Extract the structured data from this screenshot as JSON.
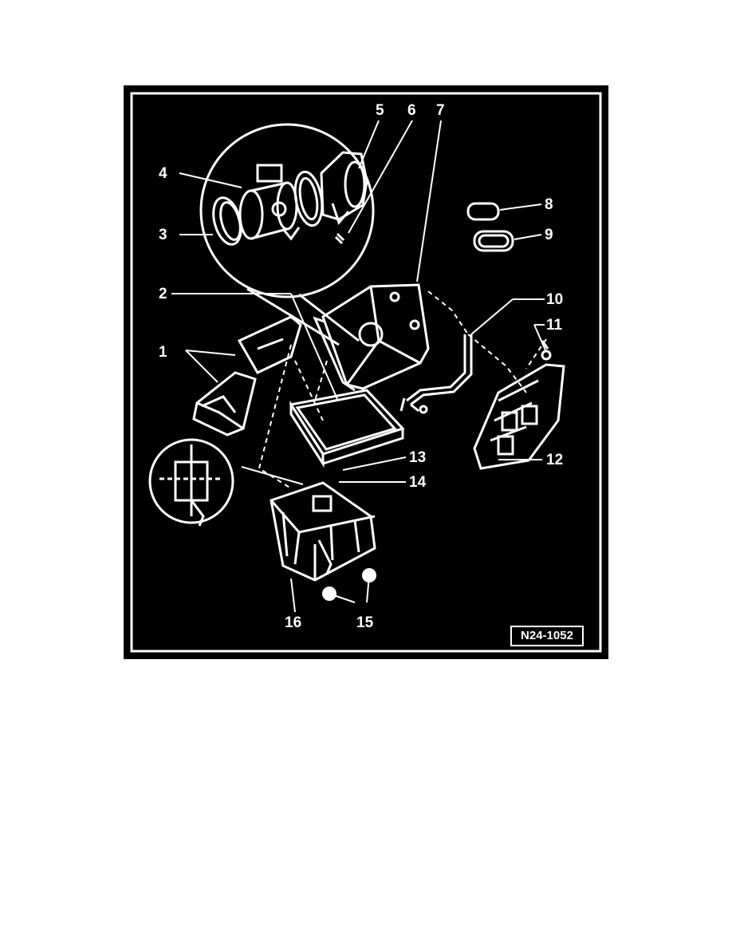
{
  "diagram": {
    "callouts": [
      "1",
      "2",
      "3",
      "4",
      "5",
      "6",
      "7",
      "8",
      "9",
      "10",
      "11",
      "12",
      "13",
      "14",
      "15",
      "16"
    ],
    "reference_code": "N24-1052"
  },
  "colors": {
    "background": "#000000",
    "line": "#ffffff",
    "page": "#ffffff"
  }
}
